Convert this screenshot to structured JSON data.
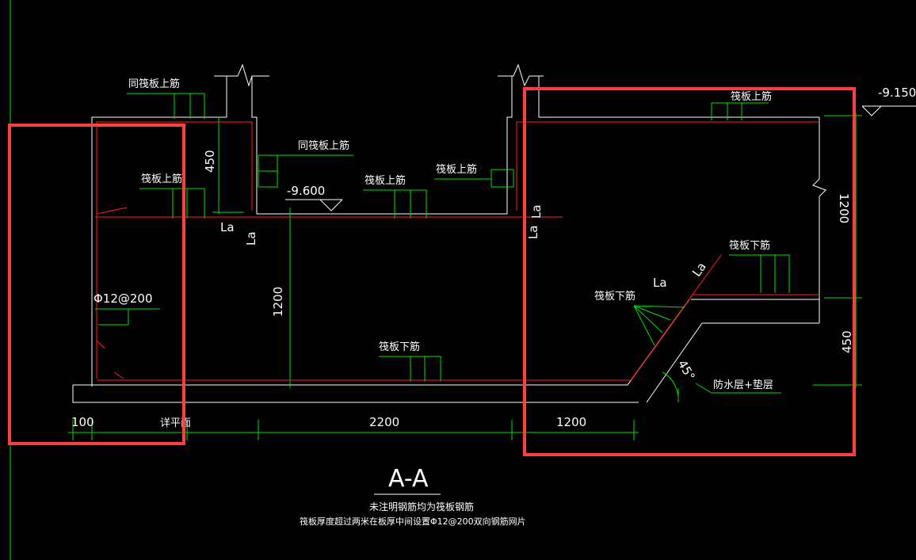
{
  "colors": {
    "background": "#000000",
    "outline": "#ffffff",
    "rebar": "#ff2020",
    "dimension": "#00e000",
    "highlight": "#ff4040"
  },
  "labels": {
    "top_left_tong": "同筏板上筋",
    "top_mid_tong": "同筏板上筋",
    "left_top_bar": "筏板上筋",
    "mid_top_bar_a": "筏板上筋",
    "mid_top_bar_b": "筏板上筋",
    "right_top_bar": "筏板上筋",
    "right_bottom_bar_a": "筏板下筋",
    "right_bottom_bar_b": "筏板下筋",
    "mid_bottom_bar": "筏板下筋",
    "side_bar": "Φ12@200",
    "waterproof": "防水层+垫层",
    "angle": "45°",
    "la_left_h": "La",
    "la_left_v": "La",
    "la_mid_h": "La",
    "la_mid_v": "La",
    "la_right_h": "La",
    "la_right_diag": "La"
  },
  "elevations": {
    "pit_bottom": "-9.600",
    "slab_top": "-9.150"
  },
  "dimensions": {
    "left_450": "450",
    "mid_1200": "1200",
    "right_1200": "1200",
    "right_450": "450",
    "bottom_100": "100",
    "bottom_detail": "详平面",
    "bottom_2200": "2200",
    "bottom_1200": "1200"
  },
  "section_title": "A-A",
  "notes": {
    "line1": "未注明钢筋均为筏板钢筋",
    "line2": "筏板厚度超过两米在板厚中间设置Φ12@200双向钢筋网片"
  }
}
